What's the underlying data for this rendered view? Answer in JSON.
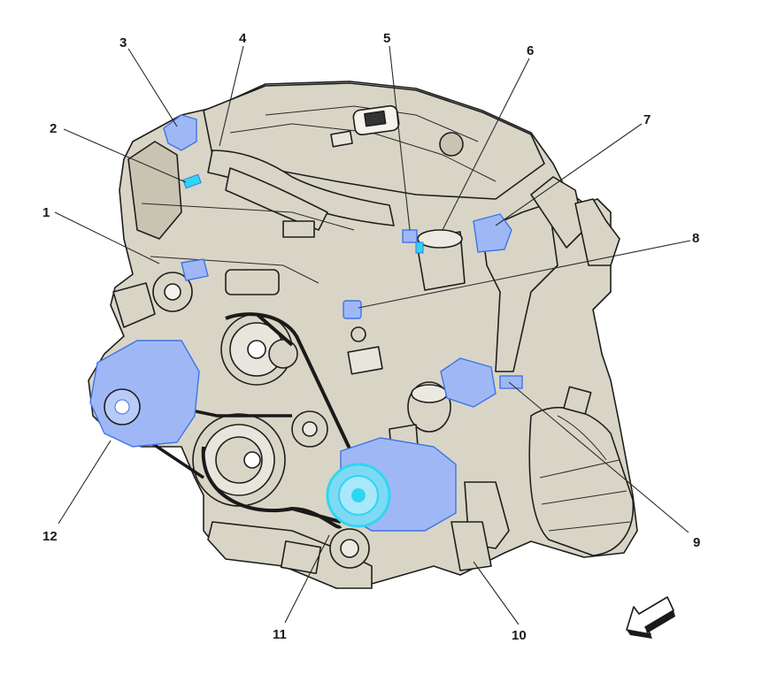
{
  "colors": {
    "engine_fill": "#d9d5c6",
    "engine_shade": "#c9c4b2",
    "highlight_fill": "#9fb8f5",
    "highlight_stroke": "#3f73e8",
    "accent_cyan": "#2fd6f0",
    "outline": "#1e1e1e"
  },
  "callouts": [
    {
      "number": "1"
    },
    {
      "number": "2"
    },
    {
      "number": "3"
    },
    {
      "number": "4"
    },
    {
      "number": "5"
    },
    {
      "number": "6"
    },
    {
      "number": "7"
    },
    {
      "number": "8"
    },
    {
      "number": "9"
    },
    {
      "number": "10"
    },
    {
      "number": "11"
    },
    {
      "number": "12"
    }
  ],
  "icons": {
    "orientation_arrow": "arrow-down-left-icon"
  }
}
